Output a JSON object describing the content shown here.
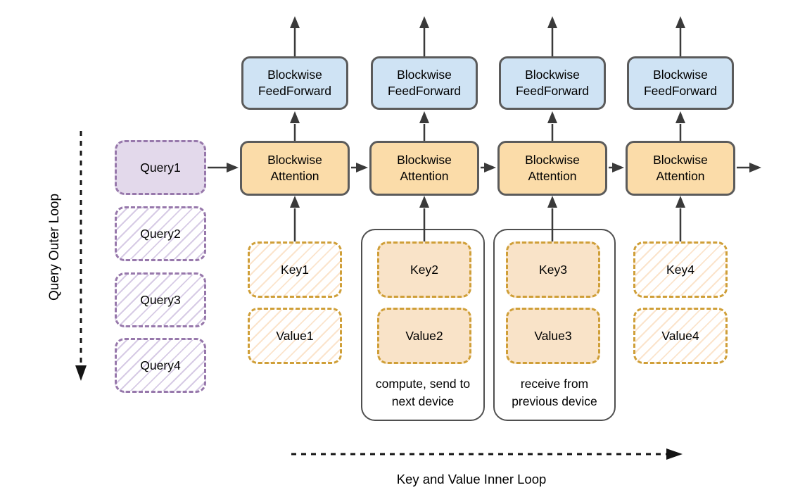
{
  "outer_loop": {
    "label": "Query Outer Loop"
  },
  "inner_loop": {
    "label": "Key and Value Inner Loop"
  },
  "queries": [
    {
      "label": "Query1",
      "style": "filled"
    },
    {
      "label": "Query2",
      "style": "hatched"
    },
    {
      "label": "Query3",
      "style": "hatched"
    },
    {
      "label": "Query4",
      "style": "hatched"
    }
  ],
  "columns": [
    {
      "feedforward": "Blockwise FeedForward",
      "attention": "Blockwise Attention",
      "key": "Key1",
      "value": "Value1",
      "kv_style": "hatched"
    },
    {
      "feedforward": "Blockwise FeedForward",
      "attention": "Blockwise Attention",
      "key": "Key2",
      "value": "Value2",
      "kv_style": "filled",
      "caption": "compute, send to next device"
    },
    {
      "feedforward": "Blockwise FeedForward",
      "attention": "Blockwise Attention",
      "key": "Key3",
      "value": "Value3",
      "kv_style": "filled",
      "caption": "receive from previous device"
    },
    {
      "feedforward": "Blockwise FeedForward",
      "attention": "Blockwise Attention",
      "key": "Key4",
      "value": "Value4",
      "kv_style": "hatched"
    }
  ],
  "colors": {
    "feedforward_fill": "#cfe3f4",
    "attention_fill": "#fbdca9",
    "query_fill": "#e3d9eb",
    "query_border": "#9778ab",
    "query_hatch": "#d7cbe5",
    "kv_border": "#cf9f38",
    "kv_fill": "#f9e3c8",
    "kv_hatch": "#fbe4cc",
    "box_border": "#5b5b5b",
    "arrow": "#3a3a3a"
  }
}
